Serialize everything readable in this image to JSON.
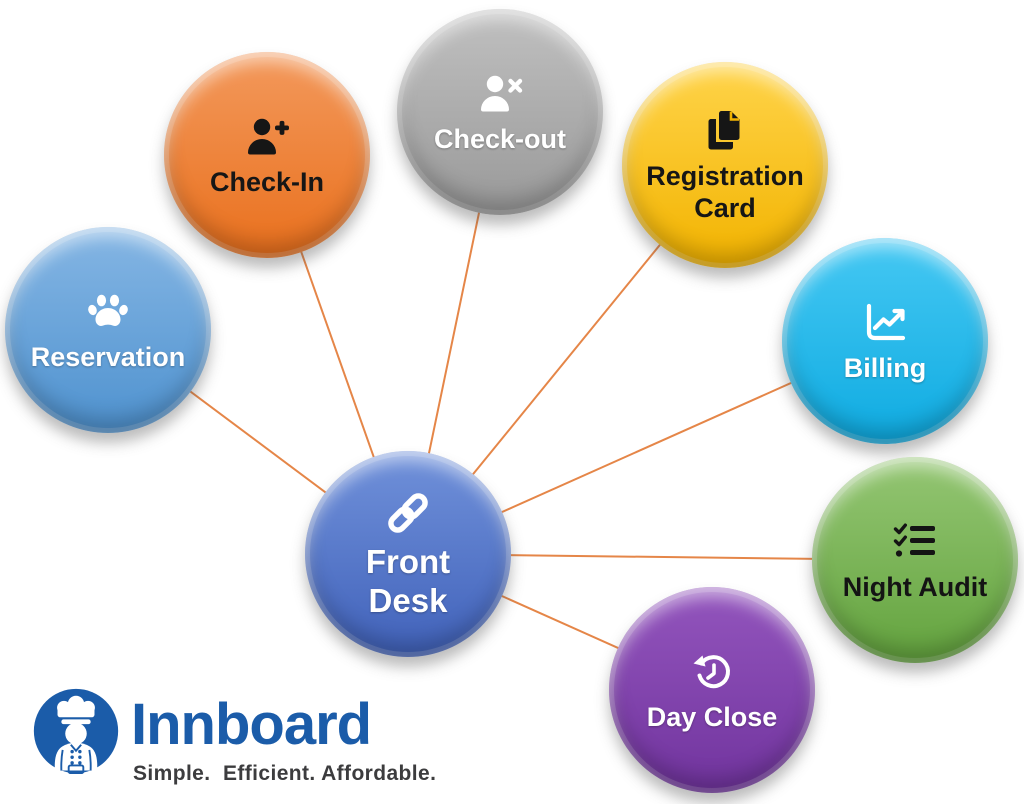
{
  "diagram": {
    "title_semantic": "Front Desk feature radial diagram",
    "connector_color": "#E58648",
    "center": {
      "id": "front-desk",
      "label": "Front Desk",
      "icon": "link-icon",
      "top_color": "#7091da",
      "bottom_color": "#4162ba",
      "text_color": "#ffffff"
    },
    "nodes": [
      {
        "id": "reservation",
        "label": "Reservation",
        "icon": "paw-icon",
        "top_color": "#85b6e4",
        "bottom_color": "#4f92cf",
        "text_color": "#ffffff"
      },
      {
        "id": "check-in",
        "label": "Check-In",
        "icon": "user-plus-icon",
        "top_color": "#f3995c",
        "bottom_color": "#e9701d",
        "text_color": "#161616"
      },
      {
        "id": "check-out",
        "label": "Check-out",
        "icon": "user-x-icon",
        "top_color": "#c0c0c0",
        "bottom_color": "#999999",
        "text_color": "#ffffff"
      },
      {
        "id": "registration-card",
        "label": "Registration Card",
        "icon": "copy-icon",
        "top_color": "#ffd44a",
        "bottom_color": "#f2b300",
        "text_color": "#161616"
      },
      {
        "id": "billing",
        "label": "Billing",
        "icon": "chart-line-icon",
        "top_color": "#45c8f3",
        "bottom_color": "#0fabe1",
        "text_color": "#ffffff"
      },
      {
        "id": "night-audit",
        "label": "Night Audit",
        "icon": "list-check-icon",
        "top_color": "#94c673",
        "bottom_color": "#63a33e",
        "text_color": "#141414"
      },
      {
        "id": "day-close",
        "label": "Day Close",
        "icon": "history-icon",
        "top_color": "#9355bd",
        "bottom_color": "#71349e",
        "text_color": "#ffffff"
      }
    ]
  },
  "logo": {
    "name": "Innboard",
    "tagline": "Simple.  Efficient. Affordable.",
    "icon": "chef-icon",
    "brand_color": "#1b5ca9",
    "tagline_color": "#3c3c3e"
  }
}
